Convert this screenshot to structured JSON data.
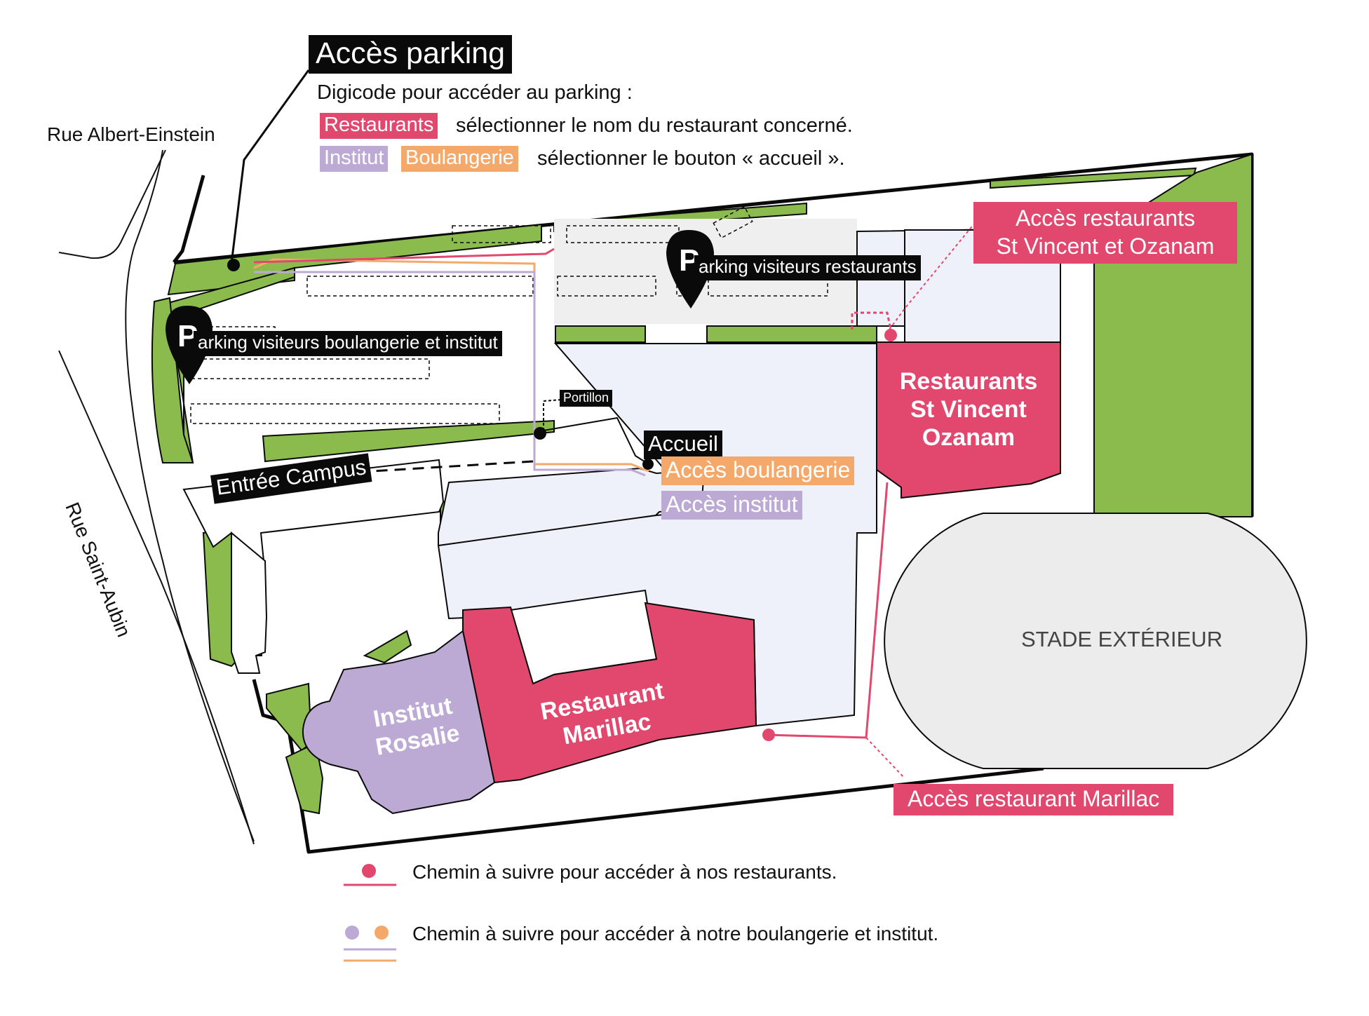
{
  "header": {
    "title": "Accès parking",
    "subtitle": "Digicode pour accéder au parking :",
    "line1_tag": "Restaurants",
    "line1_text": "sélectionner le nom du restaurant concerné.",
    "line2_tag1": "Institut",
    "line2_tag2": "Boulangerie",
    "line2_text": "sélectionner le bouton « accueil »."
  },
  "streets": {
    "albert": "Rue Albert-Einstein",
    "aubin": "Rue Saint-Aubin"
  },
  "labels": {
    "parking_restaurants": "arking visiteurs restaurants",
    "parking_boulangerie": "arking visiteurs boulangerie et institut",
    "parking_pin_letter": "P",
    "portillon": "Portillon",
    "accueil": "Accueil",
    "acces_boulangerie": "Accès boulangerie",
    "acces_institut": "Accès institut",
    "entree_campus": "Entrée Campus",
    "acces_restaurants_sv_line1": "Accès restaurants",
    "acces_restaurants_sv_line2": "St Vincent et Ozanam",
    "acces_marillac": "Accès restaurant Marillac",
    "stade": "STADE EXTÉRIEUR"
  },
  "buildings": {
    "sv_line1": "Restaurants",
    "sv_line2": "St Vincent",
    "sv_line3": "Ozanam",
    "marillac_line1": "Restaurant",
    "marillac_line2": "Marillac",
    "rosalie_line1": "Institut",
    "rosalie_line2": "Rosalie"
  },
  "legend": {
    "restaurants": "Chemin à suivre pour accéder à nos restaurants.",
    "boulangerie_institut": "Chemin à suivre pour accéder à notre boulangerie et institut."
  },
  "colors": {
    "green": "#8bbb4c",
    "pink": "#e2476e",
    "purple": "#bcaad4",
    "orange": "#f4a96b",
    "light_blue": "#eef1f9",
    "gray": "#efefef",
    "black": "#0a0a0a"
  }
}
